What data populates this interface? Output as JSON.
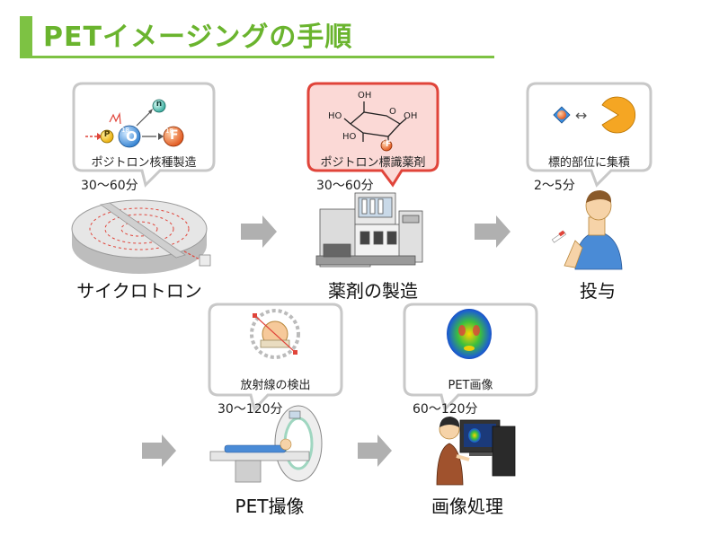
{
  "title": "PETイメージングの手順",
  "steps": [
    {
      "name": "サイクロトロン",
      "bubble": "ポジトロン核種製造",
      "time": "30～60分"
    },
    {
      "name": "薬剤の製造",
      "bubble": "ポジトロン標識薬剤",
      "time": "30～60分"
    },
    {
      "name": "投与",
      "bubble": "標的部位に集積",
      "time": "2～5分"
    },
    {
      "name": "PET撮像",
      "bubble": "放射線の検出",
      "time": "30～120分"
    },
    {
      "name": "画像処理",
      "bubble": "PET画像",
      "time": "60～120分"
    }
  ],
  "particles": {
    "p": "P",
    "o": "O",
    "o_mass": "18",
    "f": "F",
    "f_mass": "18",
    "n": "n"
  },
  "molecule": {
    "oh1": "OH",
    "oh2": "HO",
    "oh3": "HO",
    "oh4": "OH",
    "ring_o": "O",
    "f": "F",
    "f_mass": "18"
  },
  "colors": {
    "accent": "#7dc243",
    "title": "#6ab42e",
    "arrow": "#b0b0b0",
    "highlight_border": "#e0443a",
    "highlight_fill": "#fbd9d6"
  }
}
